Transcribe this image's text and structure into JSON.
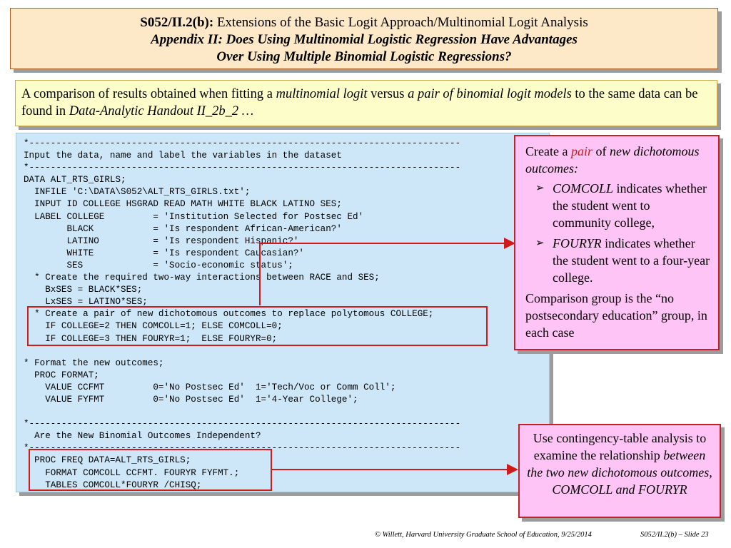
{
  "title": {
    "code": "S052/II.2(b):",
    "subtitle": " Extensions of the Basic Logit Approach/Multinomial Logit Analysis",
    "line2": "Appendix II: Does Using Multinomial Logistic Regression Have Advantages",
    "line3": "Over Using Multiple Binomial Logistic Regressions?"
  },
  "intro": {
    "p1": "A comparison of results obtained when fitting a ",
    "em1": "multinomial logit",
    "p2": " versus ",
    "em2": "a pair of binomial logit models",
    "p3": " to the same data can be found in ",
    "em3": "Data-Analytic Handout II_2b_2 …"
  },
  "code": {
    "lines": [
      "*--------------------------------------------------------------------------------",
      "Input the data, name and label the variables in the dataset",
      "*--------------------------------------------------------------------------------",
      "DATA ALT_RTS_GIRLS;",
      "  INFILE 'C:\\DATA\\S052\\ALT_RTS_GIRLS.txt';",
      "  INPUT ID COLLEGE HSGRAD READ MATH WHITE BLACK LATINO SES;",
      "  LABEL COLLEGE         = 'Institution Selected for Postsec Ed'",
      "        BLACK           = 'Is respondent African-American?'",
      "        LATINO          = 'Is respondent Hispanic?'",
      "        WHITE           = 'Is respondent Caucasian?'",
      "        SES             = 'Socio-economic status';",
      "  * Create the required two-way interactions between RACE and SES;",
      "    BxSES = BLACK*SES;",
      "    LxSES = LATINO*SES;",
      "  * Create a pair of new dichotomous outcomes to replace polytomous COLLEGE;",
      "    IF COLLEGE=2 THEN COMCOLL=1; ELSE COMCOLL=0;",
      "    IF COLLEGE=3 THEN FOURYR=1;  ELSE FOURYR=0;",
      "",
      "* Format the new outcomes;",
      "  PROC FORMAT;",
      "    VALUE CCFMT         0='No Postsec Ed'  1='Tech/Voc or Comm Coll';",
      "    VALUE FYFMT         0='No Postsec Ed'  1='4-Year College';",
      "",
      "*--------------------------------------------------------------------------------",
      "  Are the New Binomial Outcomes Independent?",
      "*--------------------------------------------------------------------------------",
      "  PROC FREQ DATA=ALT_RTS_GIRLS;",
      "    FORMAT COMCOLL CCFMT. FOURYR FYFMT.;",
      "    TABLES COMCOLL*FOURYR /CHISQ;"
    ]
  },
  "callout1": {
    "intro_a": "Create a ",
    "intro_pair": "pair",
    "intro_b": " of ",
    "intro_c": "new dichotomous outcomes:",
    "bullets": [
      {
        "name": "COMCOLL",
        "text": " indicates whether the student went to community college,"
      },
      {
        "name": "FOURYR",
        "text": " indicates whether the student went to a four-year college."
      }
    ],
    "closing": "Comparison group is the “no postsecondary education” group, in each case"
  },
  "callout2": {
    "line1": "Use contingency-table analysis to examine the relationship ",
    "line2": "between the two new dichotomous outcomes, COMCOLL and FOURYR"
  },
  "footer": {
    "copyright": "© Willett, Harvard University Graduate School of Education, 9/25/2014",
    "slide": "S052/II.2(b) – Slide 23"
  },
  "colors": {
    "title_bg": "#fde9c8",
    "intro_bg": "#fdfdc9",
    "code_bg": "#cde7f8",
    "callout_bg": "#fec4f5",
    "accent_red": "#d11a1a"
  }
}
